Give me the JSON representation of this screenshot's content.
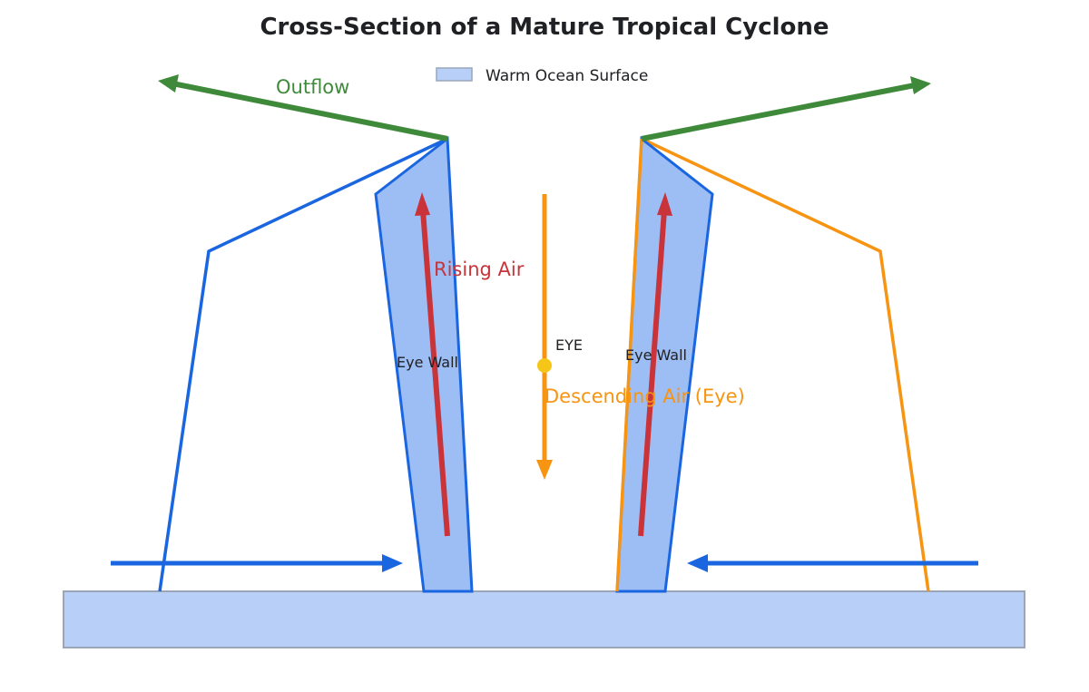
{
  "title": "Cross-Section of a Mature Tropical Cyclone",
  "legend": {
    "ocean_label": "Warm Ocean Surface"
  },
  "labels": {
    "outflow": "Outflow",
    "rising_air": "Rising Air",
    "eye": "EYE",
    "descending_air": "Descending Air (Eye)",
    "eye_wall_left": "Eye Wall",
    "eye_wall_right": "Eye Wall"
  },
  "colors": {
    "outflow": "#3f8a3a",
    "rising": "#c8343a",
    "descending": "#f79412",
    "inflow": "#1a66e0",
    "eye_wall_fill": "#9dbdf5",
    "eye_wall_stroke": "#1a66e0",
    "ocean_fill": "#b8cff7",
    "ocean_stroke": "#9aa5b8",
    "eye_point": "#f5c518",
    "cloud_left": "#1a66e0",
    "cloud_right": "#f79412"
  }
}
